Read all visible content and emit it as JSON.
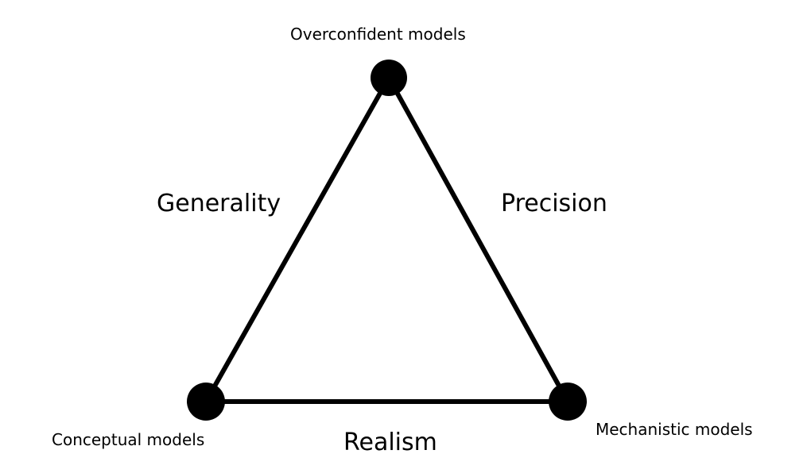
{
  "vertices": {
    "top": "Overconfident models",
    "bottom_left": "Conceptual models",
    "bottom_right": "Mechanistic models"
  },
  "edges": {
    "left": "Generality",
    "right": "Precision",
    "bottom": "Realism"
  },
  "colors": {
    "stroke": "#000000",
    "background": "#ffffff"
  }
}
